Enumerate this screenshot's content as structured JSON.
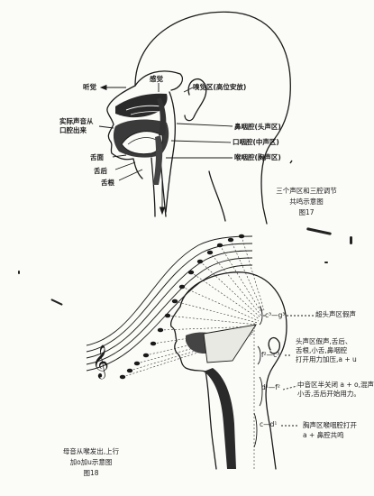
{
  "figure17": {
    "labels": {
      "hearing": "听觉",
      "sensation": "感觉",
      "olfactory_zone": "嗅觉区(高位安放)",
      "actual_sound_exit": "实际声音从",
      "actual_sound_exit_2": "口腔出来",
      "nasopharynx": "鼻咽腔(头声区)",
      "oropharynx": "口咽腔(中声区)",
      "laryngopharynx": "喉咽腔(胸声区)",
      "tongue_front": "舌面",
      "tongue_back": "舌后",
      "tongue_root": "舌根"
    },
    "caption_line1": "三个声区和三腔调节",
    "caption_line2": "共鸣示意图",
    "caption_number": "图17"
  },
  "figure18": {
    "ranges": {
      "top": "c³—g³",
      "upper": "f²—c³",
      "middle": "d¹—f²",
      "lower": "c—d¹"
    },
    "notes": {
      "n1": "超头声区假声",
      "n2_line1": "头声区假声,舌后、",
      "n2_line2": "舌根,小舌,鼻咽腔",
      "n2_line3": "打开用力加压,a + u",
      "n3_line1": "中音区半关闭 a + o,混声,",
      "n3_line2": "小舌,舌后开始用力。",
      "n4_line1": "胸声区喉咽腔打开",
      "n4_line2": "a + 鼻腔共鸣"
    },
    "caption_line1": "母音从喉发出,上行",
    "caption_line2": "加o加u示意图",
    "caption_number": "图18"
  }
}
